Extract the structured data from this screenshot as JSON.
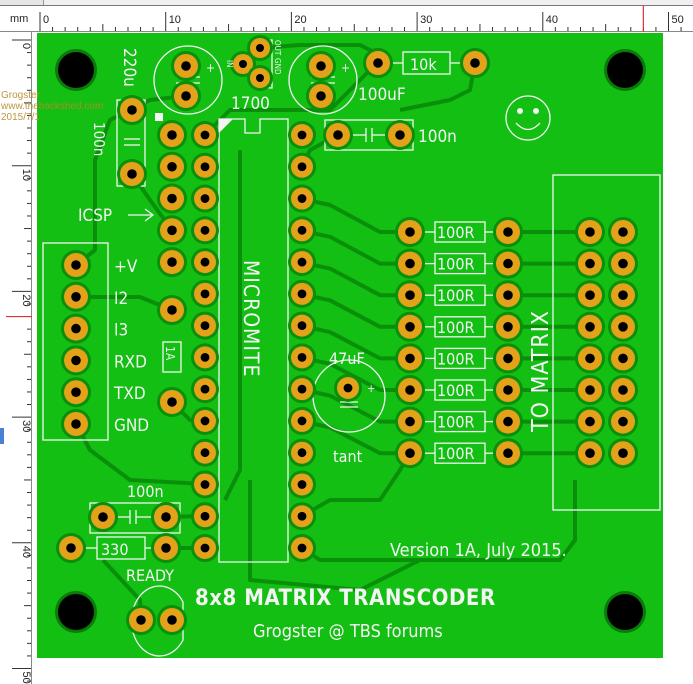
{
  "ruler": {
    "unit": "mm",
    "top_labels": [
      "0",
      "10",
      "20",
      "30",
      "40",
      "50"
    ],
    "left_labels": [
      "0",
      "10",
      "20",
      "30",
      "40",
      "50"
    ],
    "cursor_x_mm": 48,
    "cursor_y_mm": 22
  },
  "watermark": [
    "Grogster",
    "www.thebackshed.com",
    "2015/7/1"
  ],
  "board": {
    "title": "8x8 MATRIX TRANSCODER",
    "subtitle": "Grogster @ TBS forums",
    "version": "Version 1A, July 2015.",
    "ic_label": "MICROMITE",
    "connector_label": "TO MATRIX",
    "icsp_label": "ICSP",
    "regulator_label": "1700",
    "regulator_pins": [
      "IN",
      "GND",
      "OUT"
    ],
    "pin_labels": [
      "+V",
      "I2",
      "I3",
      "RXD",
      "TXD",
      "GND"
    ],
    "components": {
      "cap_220u": "220u",
      "cap_100uf": "100uF",
      "res_10k": "10k",
      "cap_100n_top": "100n",
      "cap_100n_left": "100n",
      "fuse": "1A",
      "cap_47uf": "47uF",
      "cap_47uf_type": "tant",
      "cap_100n_bottom": "100n",
      "res_330": "330",
      "led": "READY"
    },
    "resistors": [
      "100R",
      "100R",
      "100R",
      "100R",
      "100R",
      "100R",
      "100R",
      "100R"
    ]
  },
  "colors": {
    "board": "#12bf12",
    "trace": "#0a8f0a",
    "pad": "#e3a21a",
    "silk": "#f4f4f4",
    "cursor": "#e03030"
  }
}
